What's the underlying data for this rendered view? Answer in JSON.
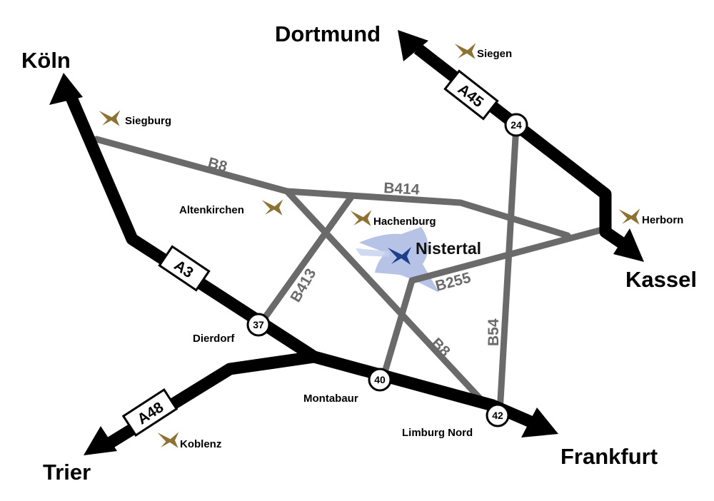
{
  "colors": {
    "autobahn": "#000000",
    "bundesstrasse": "#6a6a6a",
    "town_icon": "#8c7334",
    "destination_icon": "#1f3f8c",
    "destination_area": "#a9b8e3"
  },
  "cities": {
    "koeln": "Köln",
    "dortmund": "Dortmund",
    "kassel": "Kassel",
    "frankfurt": "Frankfurt",
    "trier": "Trier"
  },
  "towns": {
    "siegburg": "Siegburg",
    "siegen": "Siegen",
    "altenkirchen": "Altenkirchen",
    "hachenburg": "Hachenburg",
    "herborn": "Herborn",
    "dierdorf": "Dierdorf",
    "montabaur": "Montabaur",
    "limburg_nord": "Limburg Nord",
    "koblenz": "Koblenz"
  },
  "destination": {
    "name": "Nistertal",
    "icon": "plane-icon"
  },
  "autobahns": {
    "a3": "A3",
    "a45": "A45",
    "a48": "A48"
  },
  "bundesstrassen": {
    "b8_north": "B8",
    "b8_south": "B8",
    "b414": "B414",
    "b413": "B413",
    "b255": "B255",
    "b54": "B54"
  },
  "exits": {
    "dierdorf": "37",
    "montabaur": "40",
    "limburg_nord": "42",
    "b54_junction": "24"
  },
  "town_icon": "plane-icon"
}
